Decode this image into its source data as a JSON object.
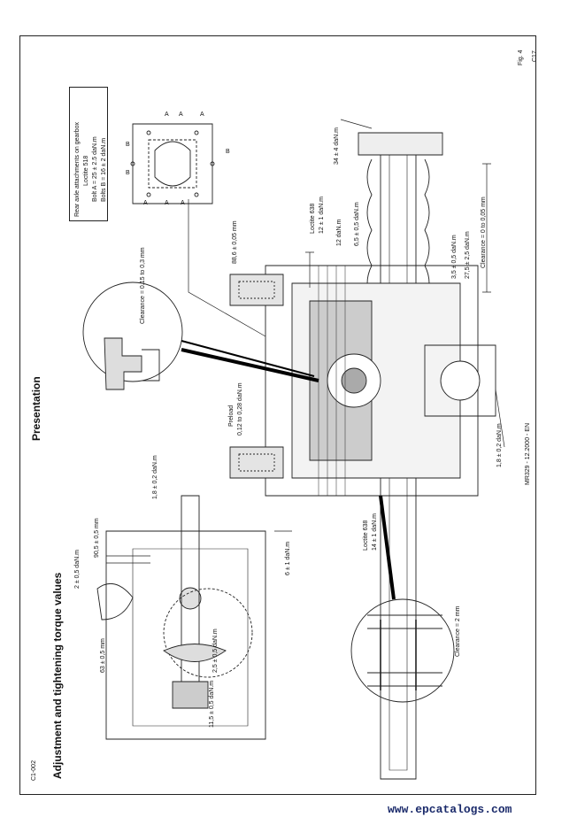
{
  "section_title": "Presentation",
  "page_title": "Adjustment  and  tightening torque values",
  "page_number": "C17",
  "figure_label": "Fig. 4",
  "doc_code": "MR329 - 12.2000 - EN",
  "drawing_ref": "C1-002",
  "watermark": "www.epcatalogs.com",
  "note": {
    "line1": "Rear axle attachments on gearbox",
    "line2": "Loctite 518",
    "line3": "Bolt A = 25 ± 2.5 daN.m",
    "line4": "Bolts B = 16 ± 2 daN.m"
  },
  "bolt_labels": {
    "a": "A",
    "b": "B"
  },
  "callouts": {
    "c34": "34 ± 4 daN.m",
    "loctite638_top": "Loctite 638",
    "c12_1": "12 ± 1 daN.m",
    "c12": "12 daN.m",
    "c6_5": "6,5 ± 0,5 daN.m",
    "c88_6": "88,6 ± 0,05 mm",
    "clearance_015": "Clearance = 0.15 to 0,3 mm",
    "clearance_0_005": "Clearance = 0 to 0,05 mm",
    "c3_5": "3,5 ± 0,5 daN.m",
    "c27_5": "27,5 ± 2,5 daN.m",
    "preload": "Preload",
    "preload_val": "0,12 to 0,28 daN.m",
    "c1_8_right": "1,8 ± 0,2 daN.m",
    "c1_8_left": "1,8 ± 0,2 daN.m",
    "c90_5": "90,5 ± 0,5 mm",
    "c2_0_5": "2 ± 0,5 daN.m",
    "c63": "63 ± 0,5 mm",
    "c6_1": "6 ± 1 daN.m",
    "c2_5": "2,5 ± 0,5 daN.m",
    "c11_5": "11,5 ± 0,5 daN.m",
    "loctite638_bottom": "Loctite 638",
    "c14_1": "14 ± 1 daN.m",
    "clearance_2": "Clearance = 2 mm"
  }
}
